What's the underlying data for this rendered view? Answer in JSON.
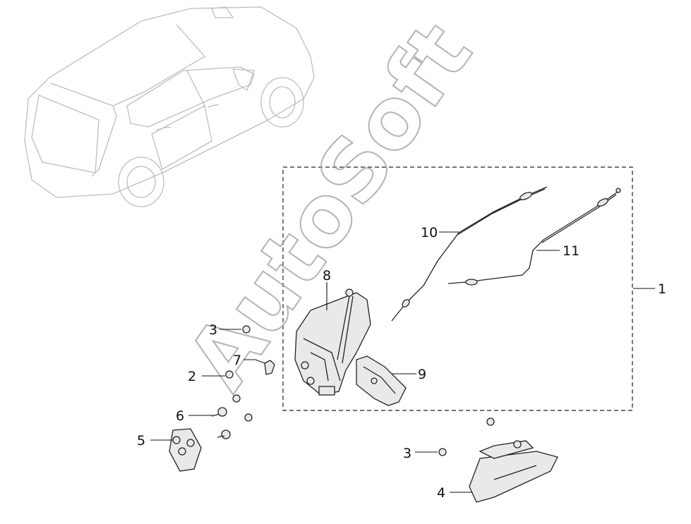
{
  "watermark": "AutoSoft",
  "callouts": {
    "c1": "1",
    "c2": "2",
    "c3a": "3",
    "c3b": "3",
    "c4": "4",
    "c5": "5",
    "c6": "6",
    "c7": "7",
    "c8": "8",
    "c9": "9",
    "c10": "10",
    "c11": "11"
  },
  "colors": {
    "background": "#ffffff",
    "line": "#222222",
    "car_outline": "#bdbdbd",
    "watermark": "#9a9a9a"
  }
}
